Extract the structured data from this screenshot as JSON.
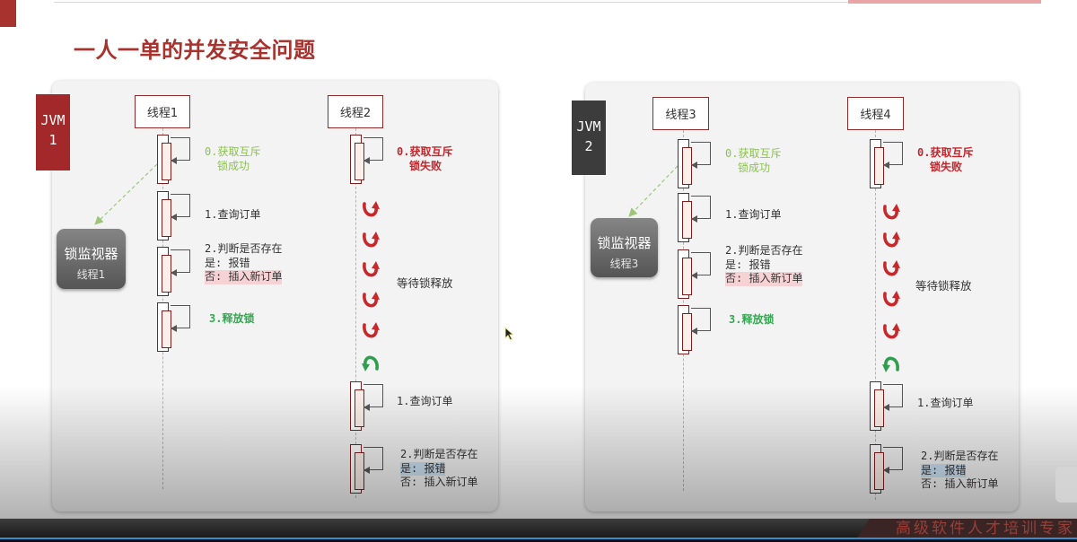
{
  "slide": {
    "title": "一人一单的并发安全问题",
    "footer_brand": "高级软件人才培训专家"
  },
  "colors": {
    "title": "#a8322d",
    "jvm_1": "#a3282a",
    "jvm_2": "#3c3c3c",
    "thread_border": "#8f2b2b",
    "lock_success": "#8cc152",
    "lock_fail": "#c4262c",
    "release": "#35a853",
    "highlight_pink": "#f7d2d5",
    "highlight_blue": "#cde2f3",
    "wait_arrow_red": "#c8282a",
    "wait_arrow_green": "#2f9e4d",
    "connector": "#9cc57a"
  },
  "icons": {
    "self_call": "self-call-arrow-icon",
    "wait_retry": "wait-retry-arrow-icon",
    "cursor": "mouse-cursor-icon"
  },
  "panels": [
    {
      "jvm": {
        "label": "JVM",
        "number": "1"
      },
      "lock_monitor": {
        "title": "锁监视器",
        "holder": "线程1"
      },
      "thread_a": {
        "name": "线程1",
        "steps": [
          {
            "lines": [
              "0.获取互斥",
              "锁成功"
            ]
          },
          {
            "lines": [
              "1.查询订单"
            ]
          },
          {
            "lines": [
              "2.判断是否存在",
              "是: 报错",
              "否: 插入新订单"
            ]
          },
          {
            "lines": [
              "3.释放锁"
            ]
          }
        ]
      },
      "thread_b": {
        "name": "线程2",
        "wait_label": "等待锁释放",
        "steps": [
          {
            "lines": [
              "0.获取互斥",
              "锁失败"
            ]
          },
          {
            "lines": [
              "1.查询订单"
            ]
          },
          {
            "lines": [
              "2.判断是否存在",
              "是: 报错",
              "否: 插入新订单"
            ]
          }
        ]
      }
    },
    {
      "jvm": {
        "label": "JVM",
        "number": "2"
      },
      "lock_monitor": {
        "title": "锁监视器",
        "holder": "线程3"
      },
      "thread_a": {
        "name": "线程3",
        "steps": [
          {
            "lines": [
              "0.获取互斥",
              "锁成功"
            ]
          },
          {
            "lines": [
              "1.查询订单"
            ]
          },
          {
            "lines": [
              "2.判断是否存在",
              "是: 报错",
              "否: 插入新订单"
            ]
          },
          {
            "lines": [
              "3.释放锁"
            ]
          }
        ]
      },
      "thread_b": {
        "name": "线程4",
        "wait_label": "等待锁释放",
        "steps": [
          {
            "lines": [
              "0.获取互斥",
              "锁失败"
            ]
          },
          {
            "lines": [
              "1.查询订单"
            ]
          },
          {
            "lines": [
              "2.判断是否存在",
              "是: 报错",
              "否: 插入新订单"
            ]
          }
        ]
      }
    }
  ]
}
